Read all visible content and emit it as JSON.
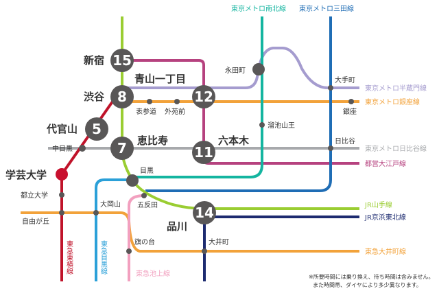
{
  "colors": {
    "yamanote": "#9acd32",
    "namboku": "#14b5a0",
    "mita": "#1f6db5",
    "hanzomon": "#a59ccf",
    "ginza": "#f2a23a",
    "hibiya": "#a7a9ac",
    "oedo": "#b6427f",
    "keihin": "#1d2b70",
    "oimachi": "#f2a23a",
    "toyoko": "#c0132a",
    "meguro": "#2ba0d8",
    "ikegami": "#f2a0bf",
    "station": "#595757",
    "highlight": "#c8102e"
  },
  "lines": {
    "namboku": "東京メトロ南北線",
    "mita": "東京メトロ三田線",
    "hanzomon": "東京メトロ半蔵門線",
    "ginza": "東京メトロ銀座線",
    "hibiya": "東京メトロ日比谷線",
    "oedo": "都営大江戸線",
    "yamanote": "JR山手線",
    "keihin": "JR京浜東北線",
    "oimachi": "東急大井町線",
    "toyoko": "東急東横線",
    "meguro": "東急目黒線",
    "ikegami": "東急池上線"
  },
  "stations": {
    "shinjuku": {
      "name": "新宿",
      "minutes": "15"
    },
    "shibuya": {
      "name": "渋谷",
      "minutes": "8"
    },
    "daikanyama": {
      "name": "代官山",
      "minutes": "5"
    },
    "ebisu": {
      "name": "恵比寿",
      "minutes": "7"
    },
    "aoyama": {
      "name": "青山一丁目",
      "minutes": "12"
    },
    "roppongi": {
      "name": "六本木",
      "minutes": "11"
    },
    "shinagawa": {
      "name": "品川",
      "minutes": "14"
    },
    "gakugei": {
      "name": "学芸大学"
    },
    "nagatacho": {
      "name": "永田町"
    },
    "otemachi": {
      "name": "大手町"
    },
    "ginza": {
      "name": "銀座"
    },
    "omotesando": {
      "name": "表参道"
    },
    "gaienmae": {
      "name": "外苑前"
    },
    "tameike": {
      "name": "溜池山王"
    },
    "hibiya": {
      "name": "日比谷"
    },
    "nakameguro": {
      "name": "中目黒"
    },
    "meguro": {
      "name": "目黒"
    },
    "toritsudaigaku": {
      "name": "都立大学"
    },
    "jiyugaoka": {
      "name": "自由が丘"
    },
    "ookayama": {
      "name": "大岡山"
    },
    "gotanda": {
      "name": "五反田"
    },
    "hatanodai": {
      "name": "旗の台"
    },
    "oimachi": {
      "name": "大井町"
    }
  },
  "note": {
    "line1": "※所要時間には乗り換え、待ち時間は含みません。",
    "line2": "また時間帯、ダイヤにより多少異なります。"
  }
}
